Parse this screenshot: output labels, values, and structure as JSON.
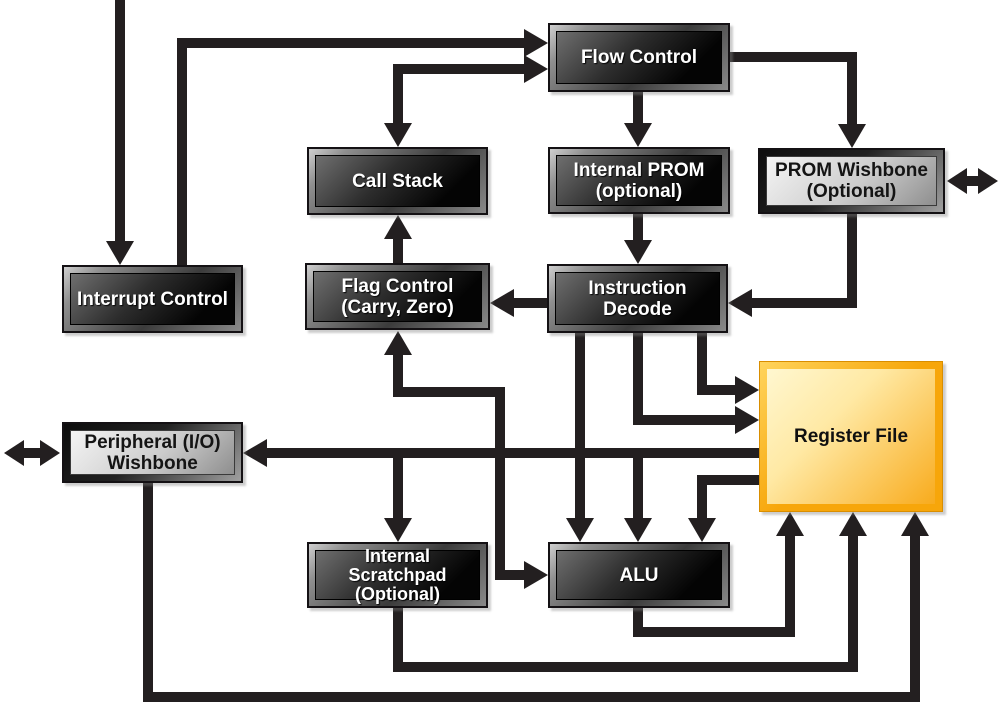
{
  "diagram_type": "processor-core-block-diagram",
  "colors": {
    "background": "#ffffff",
    "connector": "#231f20",
    "dark_node_fill": "#0a0a0a",
    "dark_node_text": "#ffffff",
    "light_node_fill": "#d9d9d9",
    "light_node_text": "#141414",
    "register_file_border": "#f7a600",
    "register_file_fill": "#ffe9a4",
    "register_file_text": "#101010"
  },
  "nodes": {
    "flow_control": {
      "style": "dark",
      "lines": [
        "Flow Control"
      ]
    },
    "call_stack": {
      "style": "dark",
      "lines": [
        "Call Stack"
      ]
    },
    "internal_prom": {
      "style": "dark",
      "lines": [
        "Internal PROM",
        "(optional)"
      ]
    },
    "prom_wishbone": {
      "style": "light",
      "lines": [
        "PROM Wishbone",
        "(Optional)"
      ]
    },
    "interrupt_control": {
      "style": "dark",
      "lines": [
        "Interrupt Control"
      ]
    },
    "flag_control": {
      "style": "dark",
      "lines": [
        "Flag Control",
        "(Carry, Zero)"
      ]
    },
    "instruction_decode": {
      "style": "dark",
      "lines": [
        "Instruction",
        "Decode"
      ]
    },
    "register_file": {
      "style": "orange",
      "lines": [
        "Register File"
      ]
    },
    "peripheral_wishbone": {
      "style": "light",
      "lines": [
        "Peripheral (I/O)",
        "Wishbone"
      ]
    },
    "internal_scratchpad": {
      "style": "dark",
      "lines": [
        "Internal",
        "Scratchpad",
        "(Optional)"
      ]
    },
    "alu": {
      "style": "dark",
      "lines": [
        "ALU"
      ]
    }
  }
}
